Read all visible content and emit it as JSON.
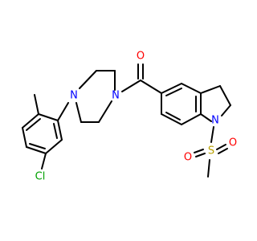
{
  "molecule": {
    "atoms": {
      "oxygen_carbonyl": "O",
      "nitrogen_piperazine_right": "N",
      "nitrogen_piperazine_left": "N",
      "chlorine": "Cl",
      "nitrogen_indoline": "N",
      "sulfur": "S",
      "oxygen_sulfonyl_left": "O",
      "oxygen_sulfonyl_right": "O"
    }
  },
  "colors": {
    "bond": "#000000",
    "oxygen": "#ff0000",
    "nitrogen": "#0000ff",
    "chlorine": "#00a000",
    "sulfur": "#b8a000",
    "background": "#ffffff"
  }
}
